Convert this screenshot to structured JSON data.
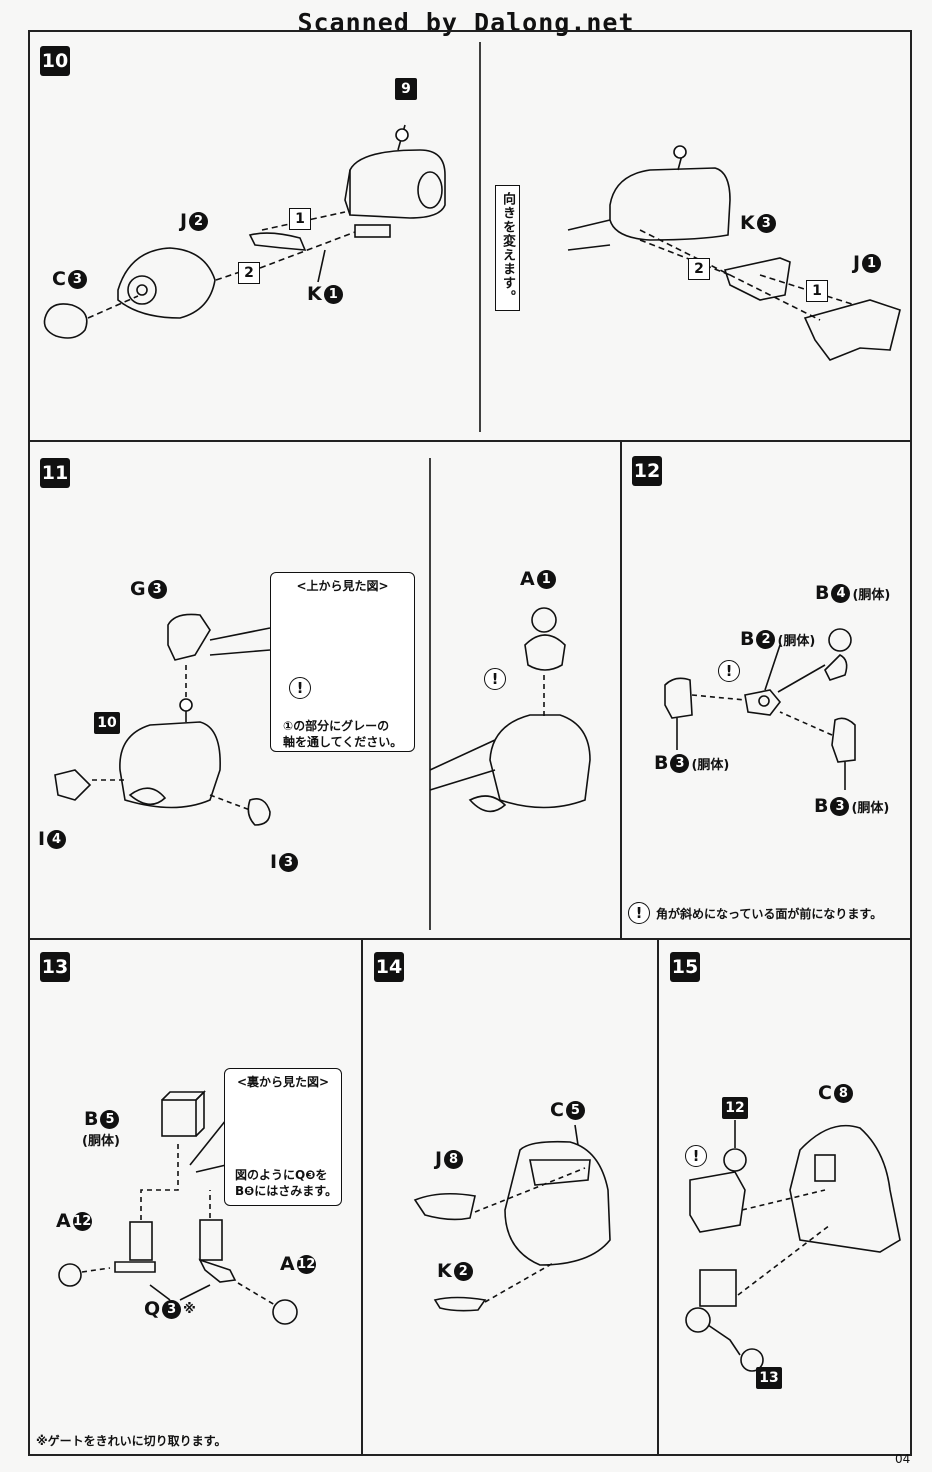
{
  "header": {
    "scan_credit": "Scanned by Dalong.net"
  },
  "step10": {
    "number": "10",
    "ref_part": "9",
    "labels": [
      {
        "letter": "J",
        "num": "2"
      },
      {
        "letter": "C",
        "num": "3"
      },
      {
        "letter": "K",
        "num": "1"
      },
      {
        "letter": "K",
        "num": "3"
      },
      {
        "letter": "J",
        "num": "1"
      }
    ],
    "order_marks": [
      "1",
      "2",
      "2",
      "1"
    ],
    "turn_note": "向きを変えます。"
  },
  "step11": {
    "number": "11",
    "labels": [
      {
        "letter": "G",
        "num": "3"
      },
      {
        "letter": "I",
        "num": "4"
      },
      {
        "letter": "I",
        "num": "3"
      },
      {
        "letter": "A",
        "num": "1"
      }
    ],
    "ref_part": "10",
    "callout_title": "<上から見た図>",
    "callout_note_1": "①の部分にグレーの",
    "callout_note_2": "軸を通してください。"
  },
  "step12": {
    "number": "12",
    "labels": [
      {
        "letter": "B",
        "num": "4",
        "sub": "(胴体)"
      },
      {
        "letter": "B",
        "num": "2",
        "sub": "(胴体)"
      },
      {
        "letter": "B",
        "num": "3",
        "sub": "(胴体)"
      },
      {
        "letter": "B",
        "num": "3",
        "sub": "(胴体)"
      }
    ],
    "note": "角が斜めになっている面が前になります。"
  },
  "step13": {
    "number": "13",
    "labels": [
      {
        "letter": "B",
        "num": "5",
        "sub": "(胴体)"
      },
      {
        "letter": "A",
        "num": "12"
      },
      {
        "letter": "A",
        "num": "12"
      },
      {
        "letter": "Q",
        "num": "3",
        "mark": "※"
      }
    ],
    "callout_title": "<裏から見た図>",
    "callout_note_1": "図のようにQ❸を",
    "callout_note_2": "B❺にはさみます。",
    "footnote": "※ゲートをきれいに切り取ります。"
  },
  "step14": {
    "number": "14",
    "labels": [
      {
        "letter": "C",
        "num": "5"
      },
      {
        "letter": "J",
        "num": "8"
      },
      {
        "letter": "K",
        "num": "2"
      }
    ]
  },
  "step15": {
    "number": "15",
    "labels": [
      {
        "letter": "C",
        "num": "8"
      }
    ],
    "ref_parts": [
      "12",
      "13"
    ]
  },
  "page_number": "04"
}
